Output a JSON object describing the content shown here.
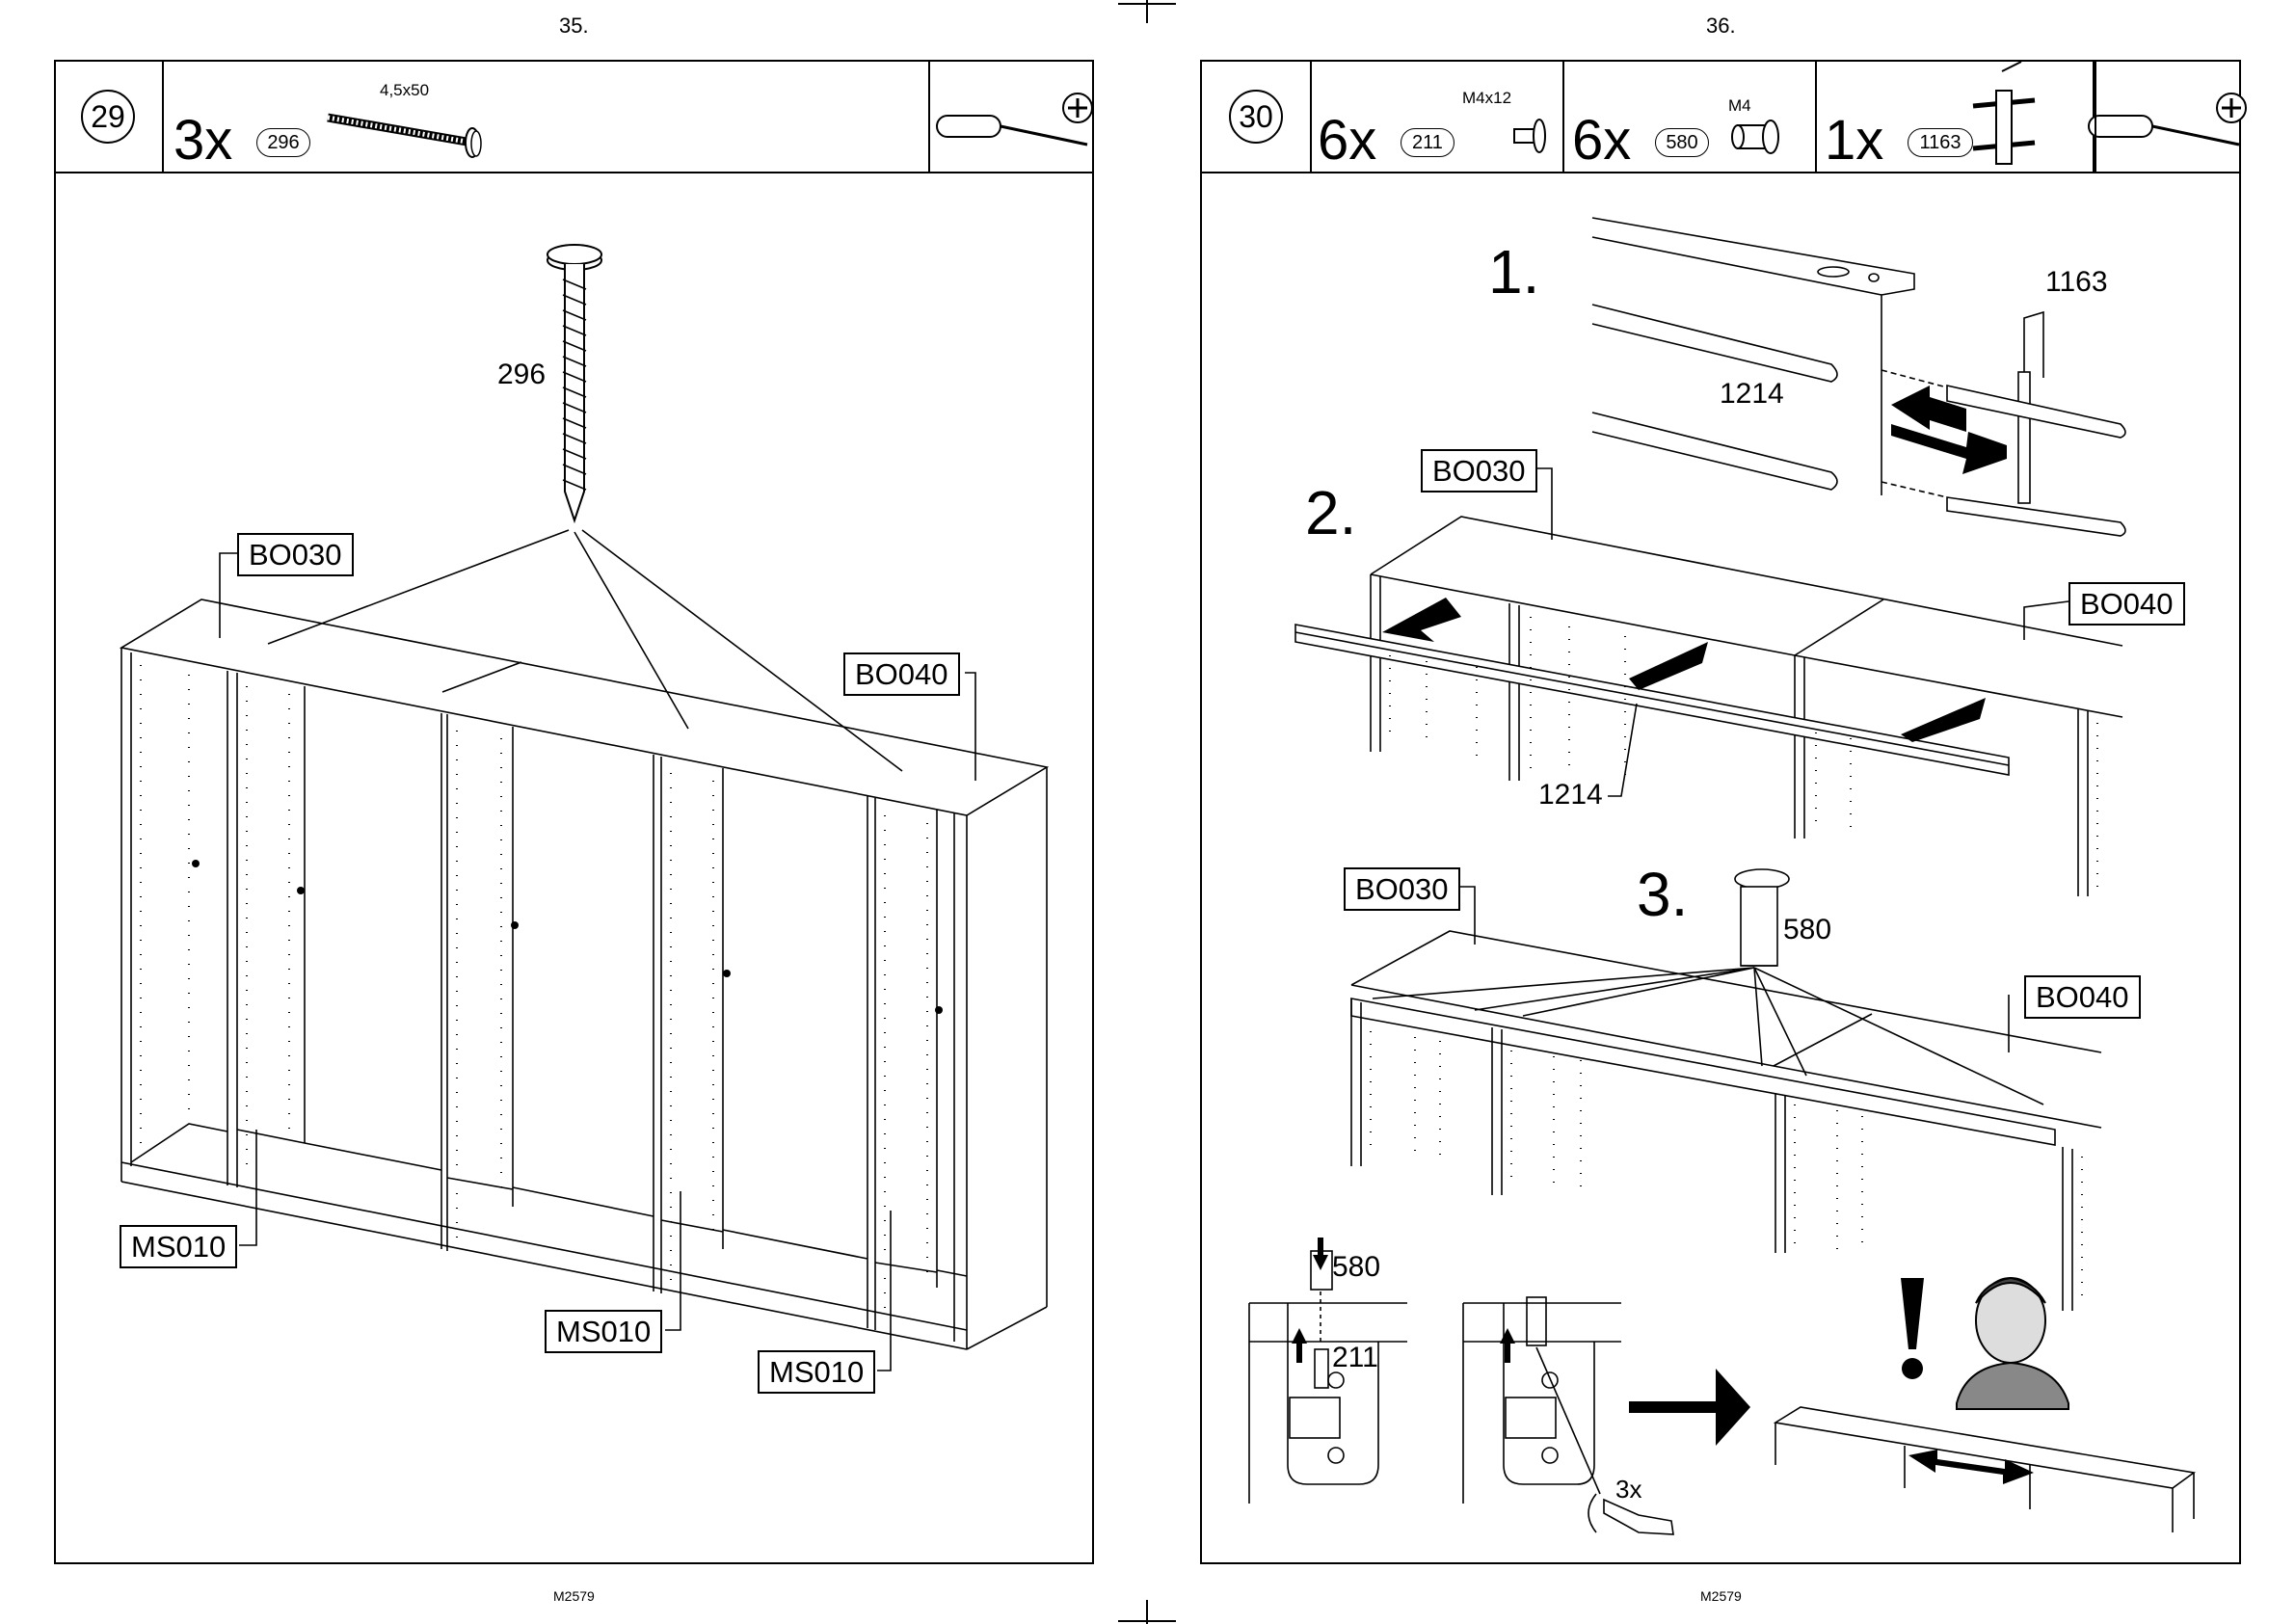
{
  "pages": {
    "left_number": "35.",
    "right_number": "36.",
    "left_footer": "M2579",
    "right_footer": "M2579"
  },
  "step29": {
    "step_number": "29",
    "quantity": "3x",
    "part_id": "296",
    "screw_size": "4,5x50",
    "screw_callout": "296",
    "labels": {
      "top_left": "BO030",
      "top_right": "BO040",
      "ms_left": "MS010",
      "ms_middle": "MS010",
      "ms_right": "MS010"
    }
  },
  "step30": {
    "step_number": "30",
    "parts": [
      {
        "quantity": "6x",
        "part_id": "211",
        "size": "M4x12"
      },
      {
        "quantity": "6x",
        "part_id": "580",
        "size": "M4"
      },
      {
        "quantity": "1x",
        "part_id": "1163",
        "size": ""
      }
    ],
    "substep1": {
      "number": "1.",
      "rail_label": "1214",
      "bracket_label": "1163"
    },
    "substep2": {
      "number": "2.",
      "bo030": "BO030",
      "bo040": "BO040",
      "rail_label": "1214"
    },
    "substep3": {
      "number": "3.",
      "bo030": "BO030",
      "bo040": "BO040",
      "part": "580"
    },
    "detail": {
      "part_580": "580",
      "part_211": "211",
      "turns": "3x"
    }
  }
}
